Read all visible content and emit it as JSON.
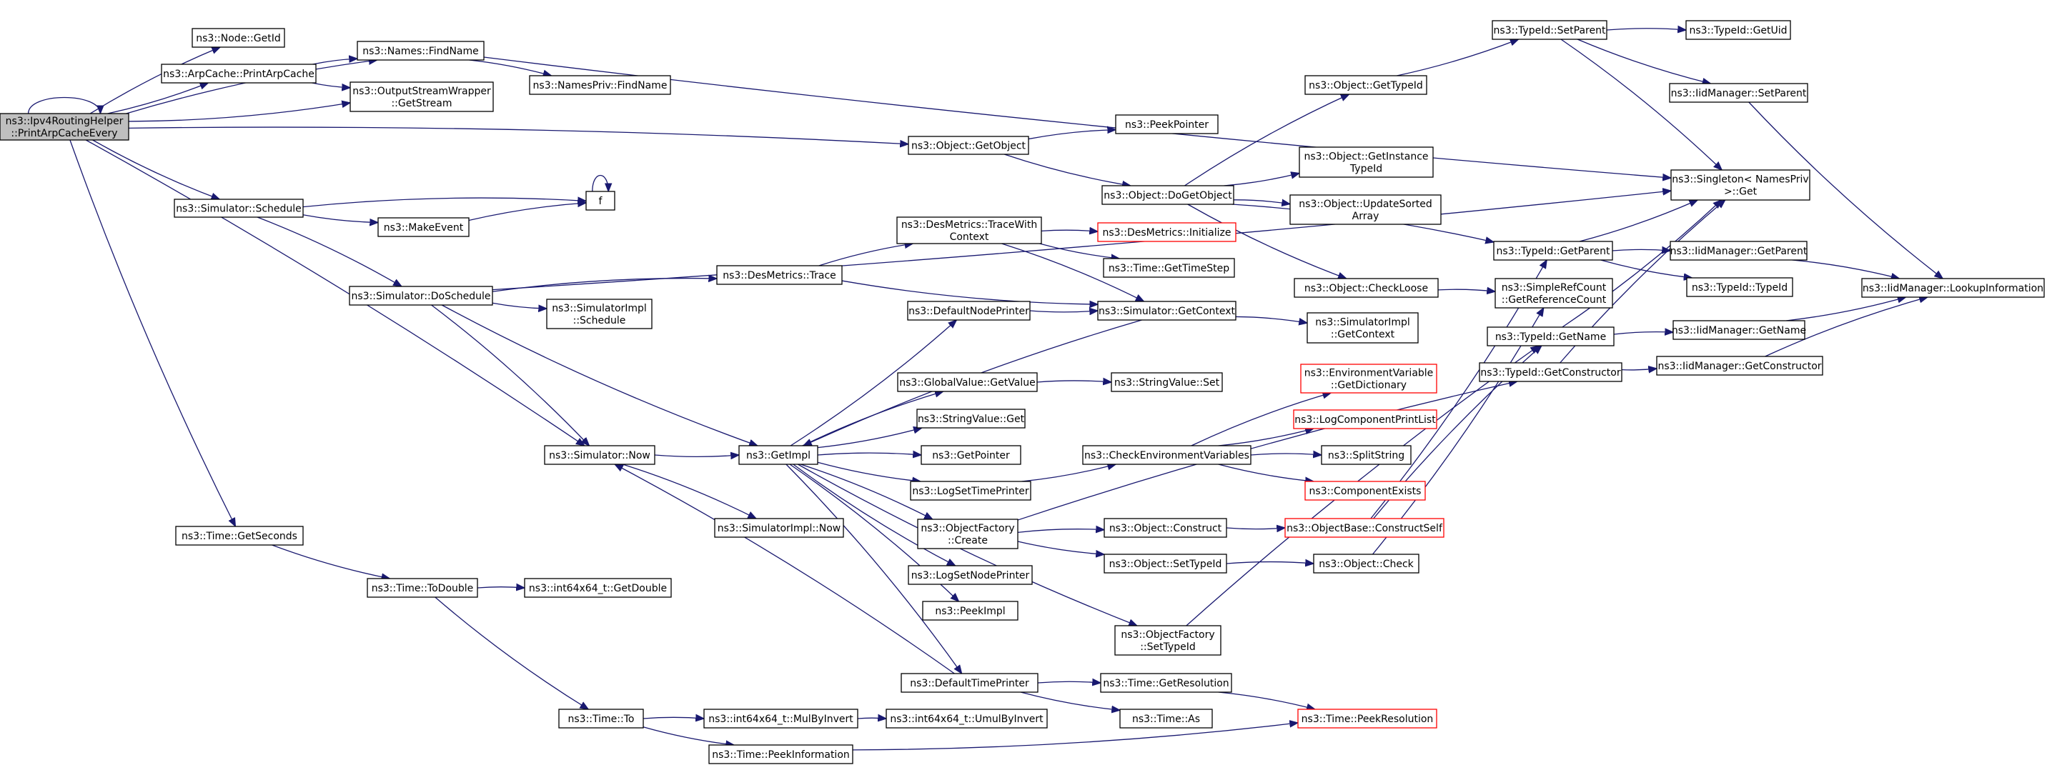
{
  "nodes": [
    {
      "id": "root",
      "lines": [
        "ns3::Ipv4RoutingHelper",
        "::PrintArpCacheEvery"
      ],
      "style": "root"
    },
    {
      "id": "nodegetid",
      "lines": [
        "ns3::Node::GetId"
      ]
    },
    {
      "id": "arpprint",
      "lines": [
        "ns3::ArpCache::PrintArpCache"
      ]
    },
    {
      "id": "namesfind",
      "lines": [
        "ns3::Names::FindName"
      ]
    },
    {
      "id": "osw",
      "lines": [
        "ns3::OutputStreamWrapper",
        "::GetStream"
      ]
    },
    {
      "id": "namesprivfind",
      "lines": [
        "ns3::NamesPriv::FindName"
      ]
    },
    {
      "id": "objgetobject",
      "lines": [
        "ns3::Object::GetObject"
      ]
    },
    {
      "id": "peekptr",
      "lines": [
        "ns3::PeekPointer"
      ]
    },
    {
      "id": "simschedule",
      "lines": [
        "ns3::Simulator::Schedule"
      ]
    },
    {
      "id": "f",
      "lines": [
        "f"
      ]
    },
    {
      "id": "makeevent",
      "lines": [
        "ns3::MakeEvent"
      ]
    },
    {
      "id": "simdoschedule",
      "lines": [
        "ns3::Simulator::DoSchedule"
      ]
    },
    {
      "id": "desmtrace",
      "lines": [
        "ns3::DesMetrics::Trace"
      ]
    },
    {
      "id": "desmtracewc",
      "lines": [
        "ns3::DesMetrics::TraceWith",
        "Context"
      ]
    },
    {
      "id": "desminit",
      "lines": [
        "ns3::DesMetrics::Initialize"
      ],
      "style": "missing"
    },
    {
      "id": "timegetstep",
      "lines": [
        "ns3::Time::GetTimeStep"
      ]
    },
    {
      "id": "simimplsched",
      "lines": [
        "ns3::SimulatorImpl",
        "::Schedule"
      ]
    },
    {
      "id": "defnodeprinter",
      "lines": [
        "ns3::DefaultNodePrinter"
      ]
    },
    {
      "id": "simgetctx",
      "lines": [
        "ns3::Simulator::GetContext"
      ]
    },
    {
      "id": "simimplgetctx",
      "lines": [
        "ns3::SimulatorImpl",
        "::GetContext"
      ]
    },
    {
      "id": "globalvalget",
      "lines": [
        "ns3::GlobalValue::GetValue"
      ]
    },
    {
      "id": "stringvalset",
      "lines": [
        "ns3::StringValue::Set"
      ]
    },
    {
      "id": "stringvalget",
      "lines": [
        "ns3::StringValue::Get"
      ]
    },
    {
      "id": "simnow",
      "lines": [
        "ns3::Simulator::Now"
      ]
    },
    {
      "id": "getimpl",
      "lines": [
        "ns3::GetImpl"
      ]
    },
    {
      "id": "getpointer",
      "lines": [
        "ns3::GetPointer"
      ]
    },
    {
      "id": "logsettime",
      "lines": [
        "ns3::LogSetTimePrinter"
      ]
    },
    {
      "id": "checkenv",
      "lines": [
        "ns3::CheckEnvironmentVariables"
      ]
    },
    {
      "id": "envvardict",
      "lines": [
        "ns3::EnvironmentVariable",
        "::GetDictionary"
      ],
      "style": "missing"
    },
    {
      "id": "logcompprint",
      "lines": [
        "ns3::LogComponentPrintList"
      ],
      "style": "missing"
    },
    {
      "id": "splitstring",
      "lines": [
        "ns3::SplitString"
      ]
    },
    {
      "id": "compexists",
      "lines": [
        "ns3::ComponentExists"
      ],
      "style": "missing"
    },
    {
      "id": "simimplnow",
      "lines": [
        "ns3::SimulatorImpl::Now"
      ]
    },
    {
      "id": "objfcreate",
      "lines": [
        "ns3::ObjectFactory",
        "::Create"
      ]
    },
    {
      "id": "objconstruct",
      "lines": [
        "ns3::Object::Construct"
      ]
    },
    {
      "id": "objbaseconstruct",
      "lines": [
        "ns3::ObjectBase::ConstructSelf"
      ],
      "style": "missing"
    },
    {
      "id": "objsettypeid",
      "lines": [
        "ns3::Object::SetTypeId"
      ]
    },
    {
      "id": "objcheck",
      "lines": [
        "ns3::Object::Check"
      ]
    },
    {
      "id": "lognodeprinter",
      "lines": [
        "ns3::LogSetNodePrinter"
      ]
    },
    {
      "id": "peekimpl",
      "lines": [
        "ns3::PeekImpl"
      ]
    },
    {
      "id": "objfsettypeid",
      "lines": [
        "ns3::ObjectFactory",
        "::SetTypeId"
      ]
    },
    {
      "id": "deftimeprinter",
      "lines": [
        "ns3::DefaultTimePrinter"
      ]
    },
    {
      "id": "timegetres",
      "lines": [
        "ns3::Time::GetResolution"
      ]
    },
    {
      "id": "timeas",
      "lines": [
        "ns3::Time::As"
      ]
    },
    {
      "id": "timepeekres",
      "lines": [
        "ns3::Time::PeekResolution"
      ],
      "style": "missing"
    },
    {
      "id": "timegetsec",
      "lines": [
        "ns3::Time::GetSeconds"
      ]
    },
    {
      "id": "timetodouble",
      "lines": [
        "ns3::Time::ToDouble"
      ]
    },
    {
      "id": "int64getdouble",
      "lines": [
        "ns3::int64x64_t::GetDouble"
      ]
    },
    {
      "id": "timeto",
      "lines": [
        "ns3::Time::To"
      ]
    },
    {
      "id": "int64mulinv",
      "lines": [
        "ns3::int64x64_t::MulByInvert"
      ]
    },
    {
      "id": "int64umulinv",
      "lines": [
        "ns3::int64x64_t::UmulByInvert"
      ]
    },
    {
      "id": "timepeekinfo",
      "lines": [
        "ns3::Time::PeekInformation"
      ]
    },
    {
      "id": "objgettypeid",
      "lines": [
        "ns3::Object::GetTypeId"
      ]
    },
    {
      "id": "typeidsetparent",
      "lines": [
        "ns3::TypeId::SetParent"
      ]
    },
    {
      "id": "typeidgetuid",
      "lines": [
        "ns3::TypeId::GetUid"
      ]
    },
    {
      "id": "iidsetparent",
      "lines": [
        "ns3::IidManager::SetParent"
      ]
    },
    {
      "id": "objdogetobject",
      "lines": [
        "ns3::Object::DoGetObject"
      ]
    },
    {
      "id": "objgetinsttid",
      "lines": [
        "ns3::Object::GetInstance",
        "TypeId"
      ]
    },
    {
      "id": "objupdsorted",
      "lines": [
        "ns3::Object::UpdateSorted",
        "Array"
      ]
    },
    {
      "id": "objcheckloose",
      "lines": [
        "ns3::Object::CheckLoose"
      ]
    },
    {
      "id": "singletonget",
      "lines": [
        "ns3::Singleton< NamesPriv",
        " >::Get"
      ]
    },
    {
      "id": "typeidgetparent",
      "lines": [
        "ns3::TypeId::GetParent"
      ]
    },
    {
      "id": "iidgetparent",
      "lines": [
        "ns3::IidManager::GetParent"
      ]
    },
    {
      "id": "typeidtypeid",
      "lines": [
        "ns3::TypeId::TypeId"
      ]
    },
    {
      "id": "iidlookup",
      "lines": [
        "ns3::IidManager::LookupInformation"
      ]
    },
    {
      "id": "simplerefcount",
      "lines": [
        "ns3::SimpleRefCount",
        "::GetReferenceCount"
      ]
    },
    {
      "id": "typeidgetname",
      "lines": [
        "ns3::TypeId::GetName"
      ]
    },
    {
      "id": "iidgetname",
      "lines": [
        "ns3::IidManager::GetName"
      ]
    },
    {
      "id": "typeidgetctor",
      "lines": [
        "ns3::TypeId::GetConstructor"
      ]
    },
    {
      "id": "iidgetctor",
      "lines": [
        "ns3::IidManager::GetConstructor"
      ]
    }
  ],
  "edges": [
    [
      "root",
      "root"
    ],
    [
      "root",
      "nodegetid"
    ],
    [
      "root",
      "arpprint"
    ],
    [
      "root",
      "namesfind"
    ],
    [
      "root",
      "osw"
    ],
    [
      "root",
      "objgetobject"
    ],
    [
      "root",
      "simschedule"
    ],
    [
      "root",
      "simnow"
    ],
    [
      "root",
      "timegetsec"
    ],
    [
      "arpprint",
      "namesfind"
    ],
    [
      "arpprint",
      "osw"
    ],
    [
      "namesfind",
      "namesprivfind"
    ],
    [
      "namesfind",
      "singletonget"
    ],
    [
      "objgetobject",
      "peekptr"
    ],
    [
      "objgetobject",
      "objdogetobject"
    ],
    [
      "simschedule",
      "f"
    ],
    [
      "simschedule",
      "makeevent"
    ],
    [
      "simschedule",
      "simdoschedule"
    ],
    [
      "f",
      "f"
    ],
    [
      "makeevent",
      "f"
    ],
    [
      "simdoschedule",
      "singletonget"
    ],
    [
      "simdoschedule",
      "desmtrace"
    ],
    [
      "simdoschedule",
      "simimplsched"
    ],
    [
      "simdoschedule",
      "simnow"
    ],
    [
      "simdoschedule",
      "getimpl"
    ],
    [
      "desmtrace",
      "desmtracewc"
    ],
    [
      "desmtrace",
      "simgetctx"
    ],
    [
      "desmtracewc",
      "desminit"
    ],
    [
      "desmtracewc",
      "timegetstep"
    ],
    [
      "desmtracewc",
      "simgetctx"
    ],
    [
      "defnodeprinter",
      "simgetctx"
    ],
    [
      "simgetctx",
      "simimplgetctx"
    ],
    [
      "simgetctx",
      "getimpl"
    ],
    [
      "globalvalget",
      "stringvalset"
    ],
    [
      "simnow",
      "getimpl"
    ],
    [
      "simnow",
      "simimplnow"
    ],
    [
      "getimpl",
      "defnodeprinter"
    ],
    [
      "getimpl",
      "globalvalget"
    ],
    [
      "getimpl",
      "stringvalget"
    ],
    [
      "getimpl",
      "getpointer"
    ],
    [
      "getimpl",
      "logsettime"
    ],
    [
      "getimpl",
      "objfcreate"
    ],
    [
      "getimpl",
      "lognodeprinter"
    ],
    [
      "getimpl",
      "peekimpl"
    ],
    [
      "getimpl",
      "objfsettypeid"
    ],
    [
      "getimpl",
      "deftimeprinter"
    ],
    [
      "logsettime",
      "checkenv"
    ],
    [
      "checkenv",
      "envvardict"
    ],
    [
      "checkenv",
      "logcompprint"
    ],
    [
      "checkenv",
      "splitstring"
    ],
    [
      "checkenv",
      "compexists"
    ],
    [
      "objfcreate",
      "objconstruct"
    ],
    [
      "objfcreate",
      "objsettypeid"
    ],
    [
      "objfcreate",
      "typeidgetctor"
    ],
    [
      "objconstruct",
      "objbaseconstruct"
    ],
    [
      "objsettypeid",
      "objcheck"
    ],
    [
      "objbaseconstruct",
      "typeidgetparent"
    ],
    [
      "objbaseconstruct",
      "typeidgetname"
    ],
    [
      "objcheck",
      "simplerefcount"
    ],
    [
      "objfsettypeid",
      "typeidgetname"
    ],
    [
      "deftimeprinter",
      "simnow"
    ],
    [
      "deftimeprinter",
      "timegetres"
    ],
    [
      "deftimeprinter",
      "timeas"
    ],
    [
      "timegetres",
      "timepeekres"
    ],
    [
      "timegetsec",
      "timetodouble"
    ],
    [
      "timetodouble",
      "int64getdouble"
    ],
    [
      "timetodouble",
      "timeto"
    ],
    [
      "timeto",
      "int64mulinv"
    ],
    [
      "timeto",
      "timepeekinfo"
    ],
    [
      "int64mulinv",
      "int64umulinv"
    ],
    [
      "timepeekinfo",
      "timepeekres"
    ],
    [
      "objdogetobject",
      "objgettypeid"
    ],
    [
      "objdogetobject",
      "objgetinsttid"
    ],
    [
      "objdogetobject",
      "objupdsorted"
    ],
    [
      "objdogetobject",
      "objcheckloose"
    ],
    [
      "objdogetobject",
      "typeidgetparent"
    ],
    [
      "objgettypeid",
      "typeidsetparent"
    ],
    [
      "typeidsetparent",
      "typeidgetuid"
    ],
    [
      "typeidsetparent",
      "iidsetparent"
    ],
    [
      "typeidsetparent",
      "singletonget"
    ],
    [
      "iidsetparent",
      "iidlookup"
    ],
    [
      "objcheckloose",
      "simplerefcount"
    ],
    [
      "typeidgetparent",
      "singletonget"
    ],
    [
      "typeidgetparent",
      "iidgetparent"
    ],
    [
      "typeidgetparent",
      "typeidtypeid"
    ],
    [
      "iidgetparent",
      "iidlookup"
    ],
    [
      "typeidgetname",
      "singletonget"
    ],
    [
      "typeidgetname",
      "iidgetname"
    ],
    [
      "iidgetname",
      "iidlookup"
    ],
    [
      "typeidgetctor",
      "singletonget"
    ],
    [
      "typeidgetctor",
      "iidgetctor"
    ],
    [
      "iidgetctor",
      "iidlookup"
    ]
  ],
  "colors": {
    "edge": "#191970",
    "root_fill": "#bfbfbf",
    "missing_stroke": "#ff0000"
  }
}
